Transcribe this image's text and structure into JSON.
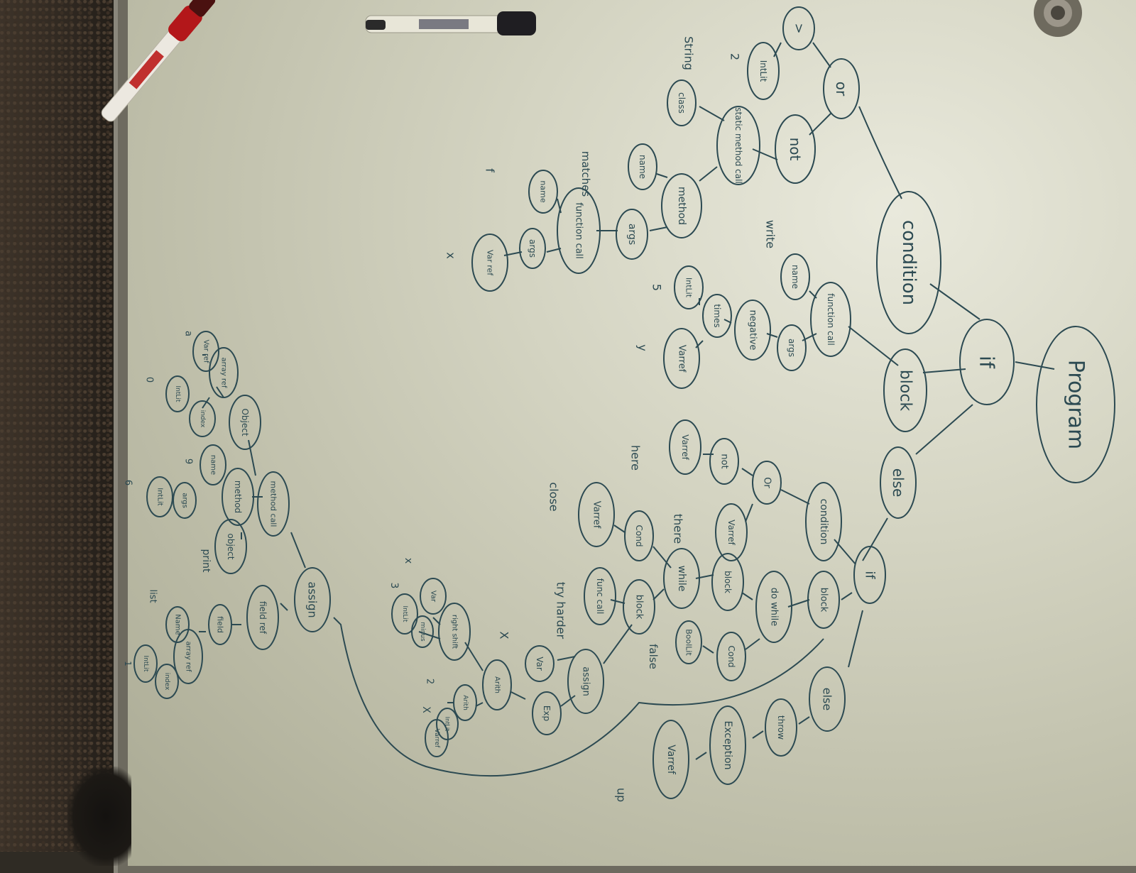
{
  "nodes": {
    "program": "Program",
    "if_top": "if",
    "condition_top": "condition",
    "block_top": "block",
    "else_top": "else",
    "or_top": "or",
    "not_top": "not",
    "gt": ">",
    "intlit_a": "IntLit",
    "static_method_call": "static method call",
    "class": "class",
    "method_a": "method",
    "name_a": "name",
    "args_a": "args",
    "function_call_a": "function call",
    "name_b": "name",
    "args_b": "args",
    "varref_a": "Var ref",
    "function_call_b": "function call",
    "name_c": "name",
    "args_c": "args",
    "negative": "negative",
    "times": "times",
    "intlit_b": "IntLit",
    "varref_b": "Varref",
    "condition_b": "condition",
    "or_b": "Or",
    "not_b": "not",
    "varref_c": "Varref",
    "varref_d": "Varref",
    "if_b": "if",
    "block_b": "block",
    "do_while": "do while",
    "block_c": "block",
    "cond_a": "Cond",
    "boollit": "BoolLit",
    "while": "while",
    "cond_b": "Cond",
    "varref_e": "Varref",
    "block_d": "block",
    "func_call": "func call",
    "assign_a": "assign",
    "var_a": "Var",
    "exp": "Exp",
    "arith": "Arith",
    "right_shift": "right shift",
    "var_b": "Var",
    "intlit_c": "IntLit",
    "minus": "minus",
    "arith_b": "Arith",
    "intlit_d": "IntLit",
    "varref_f": "Varref",
    "else_b": "else",
    "throw": "throw",
    "exception": "Exception",
    "varref_g": "Varref",
    "assign_b": "assign",
    "field_ref": "field ref",
    "field": "field",
    "object_a": "object",
    "method_call": "method call",
    "method_b": "method",
    "object_b": "Object",
    "name_d": "name",
    "args_d": "args",
    "intlit_e": "IntLit",
    "array_ref_a": "array ref",
    "varref_h": "Var ref",
    "index_a": "index",
    "intlit_f": "IntLit",
    "array_ref_b": "array ref",
    "name_e": "Name",
    "index_b": "index",
    "intlit_g": "IntLit"
  },
  "annotations": {
    "n2": "2",
    "string": "String",
    "matches": "matches",
    "f": "f",
    "x_a": "x",
    "write": "write",
    "n5": "5",
    "y": "y",
    "here": "here",
    "there": "there",
    "close": "close",
    "try_harder": "try harder",
    "false": "false",
    "x_b": "X",
    "x_c": "x",
    "n3": "3",
    "n2b": "2",
    "x_d": "X",
    "up": "up",
    "a": "a",
    "zero": "0",
    "n9": "9",
    "n6": "6",
    "print": "print",
    "list": "list",
    "n1": "1"
  },
  "colors": {
    "ink": "#2c4a52",
    "board": "#d4d4c2"
  },
  "objects": {
    "marker_pen": "marker-pen",
    "marker_pen_red": "red-marker-pen"
  }
}
